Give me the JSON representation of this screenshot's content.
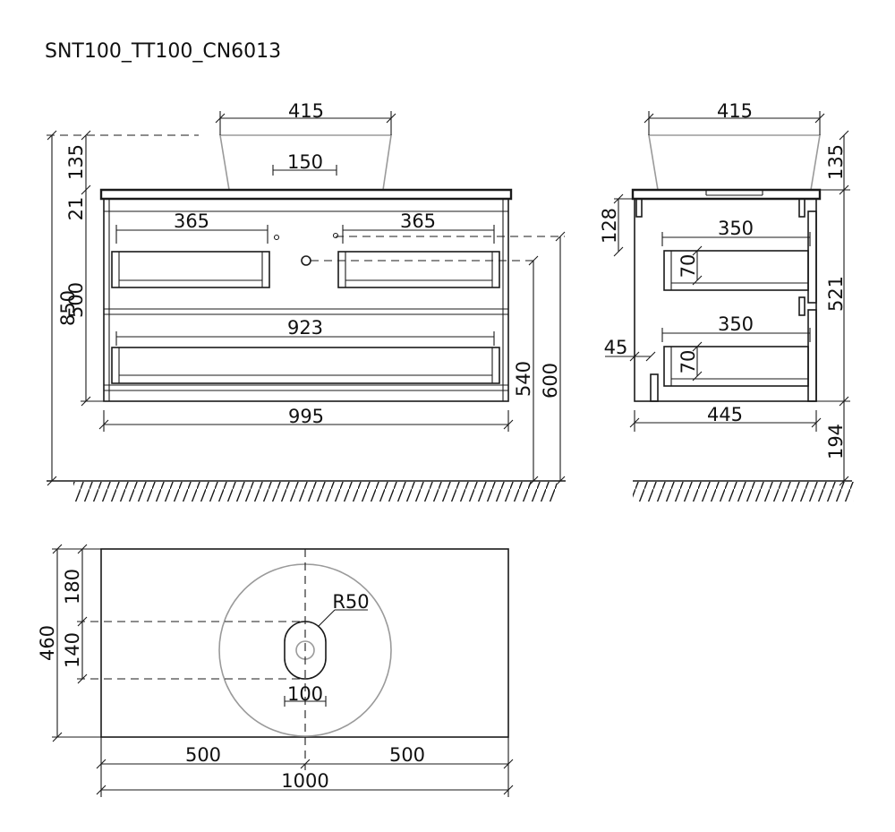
{
  "title": "SNT100_TT100_CN6013",
  "front_view": {
    "basin_top_width": "415",
    "basin_drain": "150",
    "height_total": "850",
    "basin_height": "135",
    "top_thickness": "21",
    "cabinet_height": "500",
    "upper_handle_left": "365",
    "upper_handle_right": "365",
    "lower_handle": "923",
    "cabinet_width": "995",
    "drain_height": "540",
    "wall_mount_height": "600"
  },
  "side_view": {
    "basin_top_width": "415",
    "basin_height": "135",
    "upper_drawer_offset": "128",
    "upper_drawer_depth": "350",
    "upper_drawer_height": "70",
    "cabinet_height": "521",
    "lower_drawer_depth": "350",
    "lower_drawer_height": "70",
    "plinth_gap": "45",
    "cabinet_depth": "445",
    "floor_clearance": "194"
  },
  "top_view": {
    "depth_total": "460",
    "drain_offset": "180",
    "drain_span": "140",
    "drain_radius": "R50",
    "drain_width": "100",
    "left_half": "500",
    "right_half": "500",
    "width_total": "1000"
  }
}
